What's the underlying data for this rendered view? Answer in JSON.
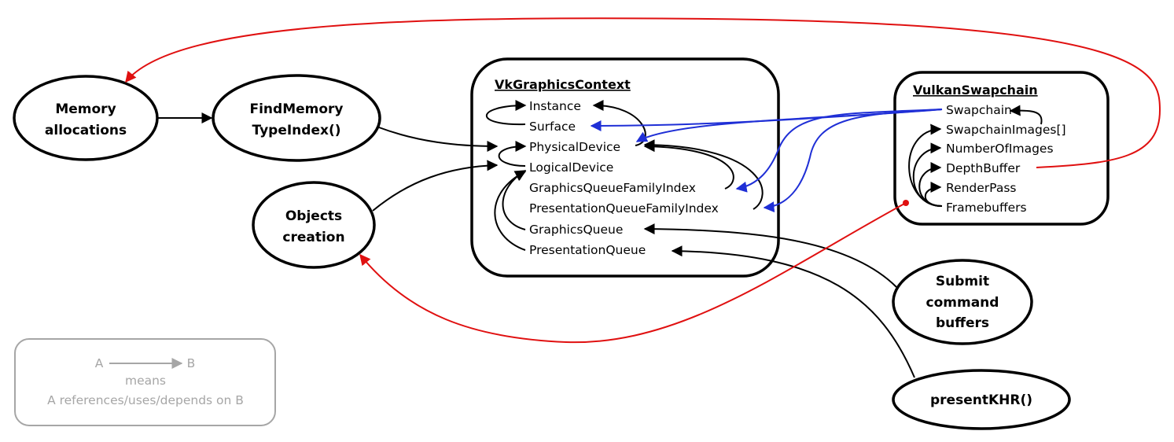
{
  "diagram": {
    "nodes": {
      "memory_allocations": [
        "Memory",
        "allocations"
      ],
      "find_memory_type_index": [
        "FindMemory",
        "TypeIndex()"
      ],
      "objects_creation": [
        "Objects",
        "creation"
      ],
      "submit_command_buffers": [
        "Submit",
        "command",
        "buffers"
      ],
      "present_khr": [
        "presentKHR()"
      ]
    },
    "graphics_context": {
      "title": "VkGraphicsContext",
      "fields": [
        "Instance",
        "Surface",
        "PhysicalDevice",
        "LogicalDevice",
        "GraphicsQueueFamilyIndex",
        "PresentationQueueFamilyIndex",
        "GraphicsQueue",
        "PresentationQueue"
      ]
    },
    "swapchain": {
      "title": "VulkanSwapchain",
      "fields": [
        "Swapchain",
        "SwapchainImages[]",
        "NumberOfImages",
        "DepthBuffer",
        "RenderPass",
        "Framebuffers"
      ]
    },
    "legend": {
      "a": "A",
      "b": "B",
      "means": "means",
      "explanation": "A references/uses/depends on B"
    },
    "colors": {
      "black_edge": "#000000",
      "blue_edge": "#1f2fd6",
      "red_edge": "#e01010",
      "legend_gray": "#a6a6a6"
    }
  }
}
